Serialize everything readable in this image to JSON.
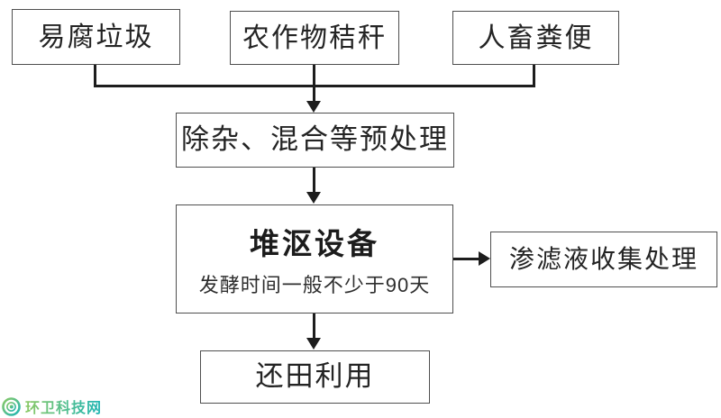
{
  "page": {
    "background": "#ffffff"
  },
  "flowchart": {
    "line_color": "#1d1d1d",
    "box_border_color": "#4f4f4f",
    "text_color": "#242424",
    "nodes": {
      "perishable_waste": {
        "label": "易腐垃圾"
      },
      "crop_straw": {
        "label": "农作物秸秆"
      },
      "human_animal_manure": {
        "label": "人畜粪便"
      },
      "pretreatment": {
        "label": "除杂、混合等预处理"
      },
      "composting_equipment": {
        "title": "堆沤设备",
        "subtitle": "发酵时间一般不少于90天"
      },
      "leachate_treatment": {
        "label": "渗滤液收集处理"
      },
      "field_application": {
        "label": "还田利用"
      }
    }
  },
  "watermark": {
    "site_name": "环卫科技网",
    "gradient_start": "#8bc965",
    "gradient_end": "#1fb5b4"
  }
}
